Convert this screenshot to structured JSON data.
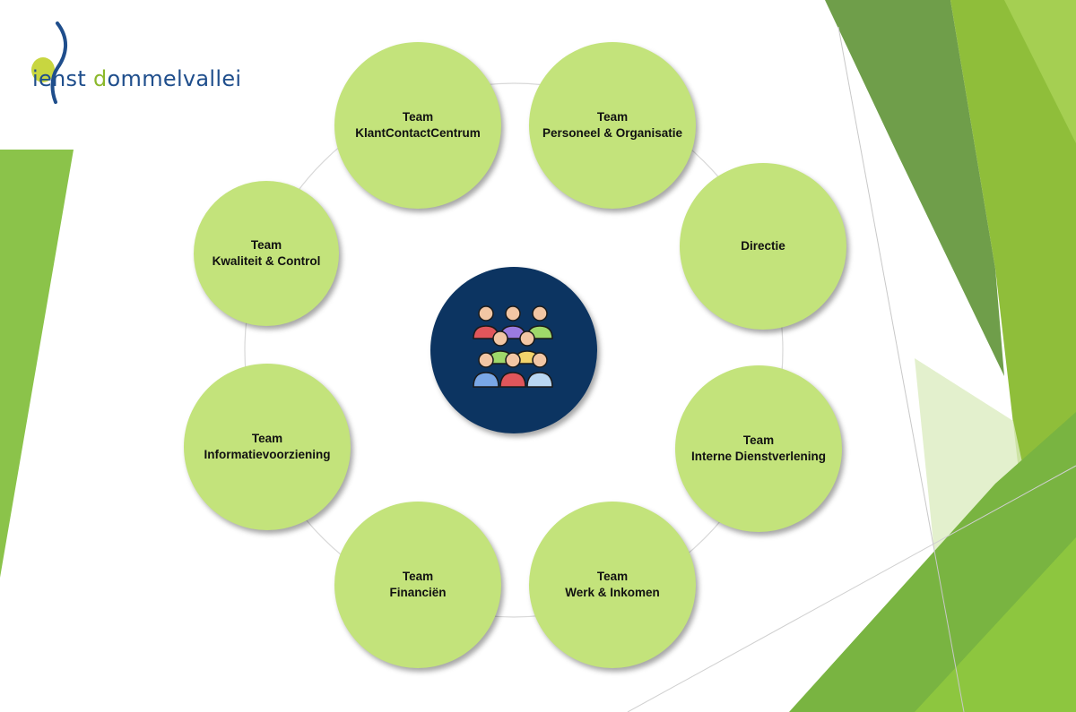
{
  "logo": {
    "part1": "ienst ",
    "part2": "d",
    "part3": "ommelvallei"
  },
  "center": {
    "icon": "people-group-icon",
    "bg_color": "#0c3461"
  },
  "teams": [
    {
      "line1": "Team",
      "line2": "KlantContactCentrum"
    },
    {
      "line1": "Team",
      "line2": "Personeel & Organisatie"
    },
    {
      "line1": "",
      "line2": "Directie"
    },
    {
      "line1": "Team",
      "line2": "Interne Dienstverlening"
    },
    {
      "line1": "Team",
      "line2": "Werk & Inkomen"
    },
    {
      "line1": "Team",
      "line2": "Financiën"
    },
    {
      "line1": "Team",
      "line2": "Informatievoorziening"
    },
    {
      "line1": "Team",
      "line2": "Kwaliteit & Control"
    }
  ],
  "colors": {
    "node_fill": "#c3e37b",
    "accent_green": "#8bb82b",
    "logo_blue": "#1f4e8c"
  }
}
